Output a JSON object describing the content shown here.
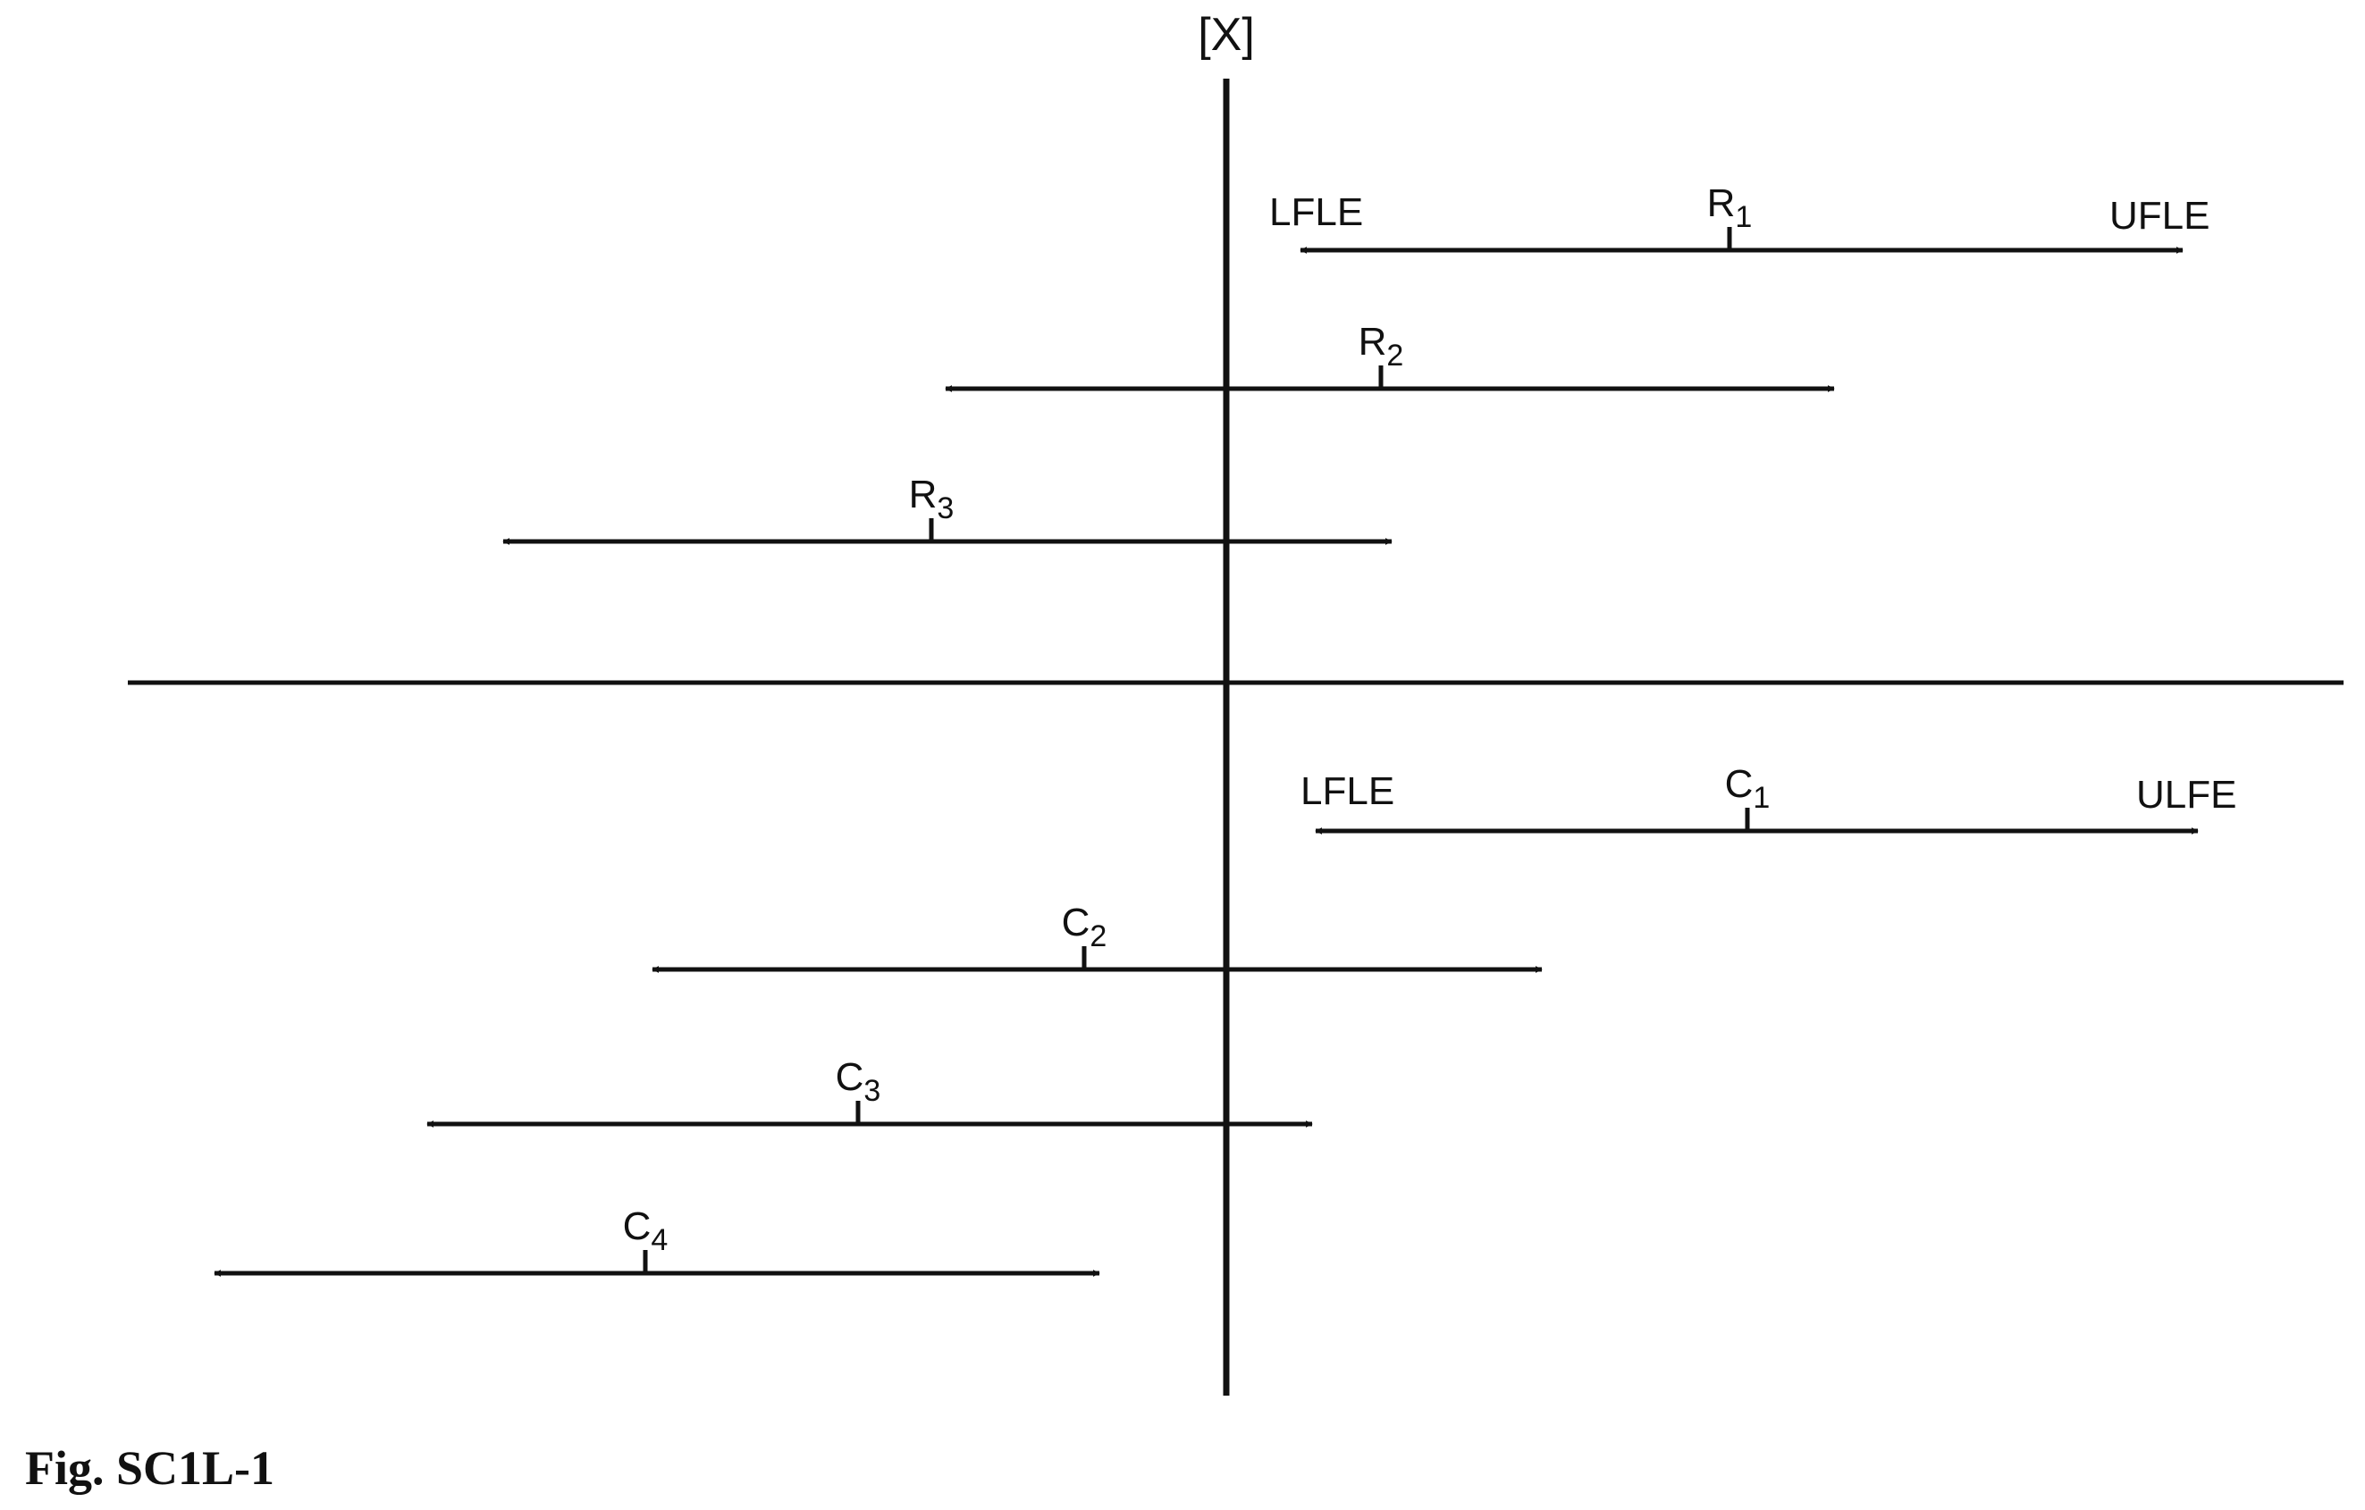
{
  "diagram": {
    "axis_label": "[X]",
    "ink_color": "#111111",
    "groups": [
      {
        "id": "R",
        "intervals": [
          {
            "letter": "R",
            "sub": "1",
            "left_label": "LFLE",
            "right_label": "UFLE"
          },
          {
            "letter": "R",
            "sub": "2"
          },
          {
            "letter": "R",
            "sub": "3"
          }
        ]
      },
      {
        "id": "C",
        "intervals": [
          {
            "letter": "C",
            "sub": "1",
            "left_label": "LFLE",
            "right_label": "ULFE"
          },
          {
            "letter": "C",
            "sub": "2"
          },
          {
            "letter": "C",
            "sub": "3"
          },
          {
            "letter": "C",
            "sub": "4"
          }
        ]
      }
    ]
  },
  "caption": "Fig. SC1L-1"
}
